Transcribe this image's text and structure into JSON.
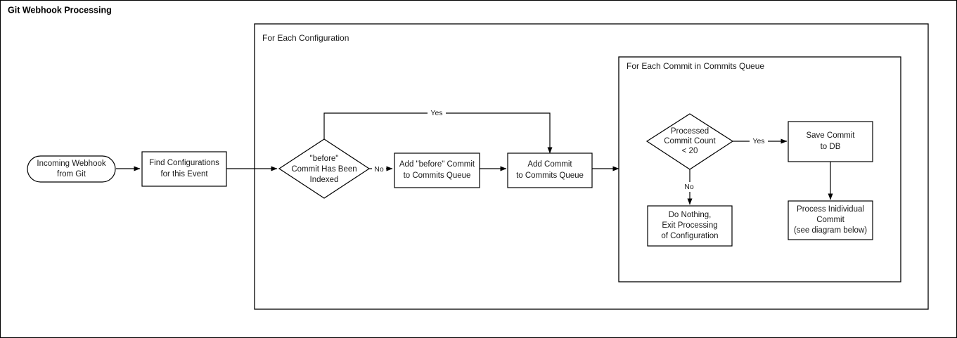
{
  "diagram": {
    "title": "Git Webhook Processing",
    "type": "flowchart",
    "background": "#ffffff",
    "stroke_color": "#000000",
    "text_color": "#1a1a1a"
  },
  "groups": [
    {
      "id": "for-each-configuration",
      "label": "For Each Configuration"
    },
    {
      "id": "for-each-commit",
      "label": "For Each Commit in Commits Queue"
    }
  ],
  "nodes": [
    {
      "id": "incoming-webhook",
      "shape": "stadium",
      "label_lines": [
        "Incoming Webhook",
        "from Git"
      ]
    },
    {
      "id": "find-configurations",
      "shape": "rect",
      "label_lines": [
        "Find Configurations",
        "for this Event"
      ]
    },
    {
      "id": "before-commit-indexed",
      "shape": "diamond",
      "label_lines": [
        "\"before\"",
        "Commit Has Been",
        "Indexed"
      ]
    },
    {
      "id": "add-before-commit",
      "shape": "rect",
      "label_lines": [
        "Add \"before\" Commit",
        "to Commits Queue"
      ]
    },
    {
      "id": "add-commit",
      "shape": "rect",
      "label_lines": [
        "Add Commit",
        "to Commits Queue"
      ]
    },
    {
      "id": "processed-commit-count",
      "shape": "diamond",
      "label_lines": [
        "Processed",
        "Commit Count",
        "< 20"
      ]
    },
    {
      "id": "save-commit-to-db",
      "shape": "rect",
      "label_lines": [
        "Save Commit",
        "to DB"
      ]
    },
    {
      "id": "do-nothing-exit",
      "shape": "rect",
      "label_lines": [
        "Do Nothing,",
        "Exit Processing",
        "of Configuration"
      ]
    },
    {
      "id": "process-individual-commit",
      "shape": "rect",
      "label_lines": [
        "Process Inidividual",
        "Commit",
        "(see diagram below)"
      ]
    }
  ],
  "edge_labels": {
    "before_yes": "Yes",
    "before_no": "No",
    "count_yes": "Yes",
    "count_no": "No"
  },
  "node_text": {
    "incoming_webhook_l1": "Incoming Webhook",
    "incoming_webhook_l2": "from Git",
    "find_configurations_l1": "Find Configurations",
    "find_configurations_l2": "for this Event",
    "before_indexed_l1": "\"before\"",
    "before_indexed_l2": "Commit Has Been",
    "before_indexed_l3": "Indexed",
    "add_before_commit_l1": "Add \"before\" Commit",
    "add_before_commit_l2": "to Commits Queue",
    "add_commit_l1": "Add Commit",
    "add_commit_l2": "to Commits Queue",
    "processed_count_l1": "Processed",
    "processed_count_l2": "Commit Count",
    "processed_count_l3": "< 20",
    "save_commit_l1": "Save Commit",
    "save_commit_l2": "to DB",
    "do_nothing_l1": "Do Nothing,",
    "do_nothing_l2": "Exit Processing",
    "do_nothing_l3": "of Configuration",
    "process_individual_l1": "Process Inidividual",
    "process_individual_l2": "Commit",
    "process_individual_l3": "(see diagram below)"
  }
}
